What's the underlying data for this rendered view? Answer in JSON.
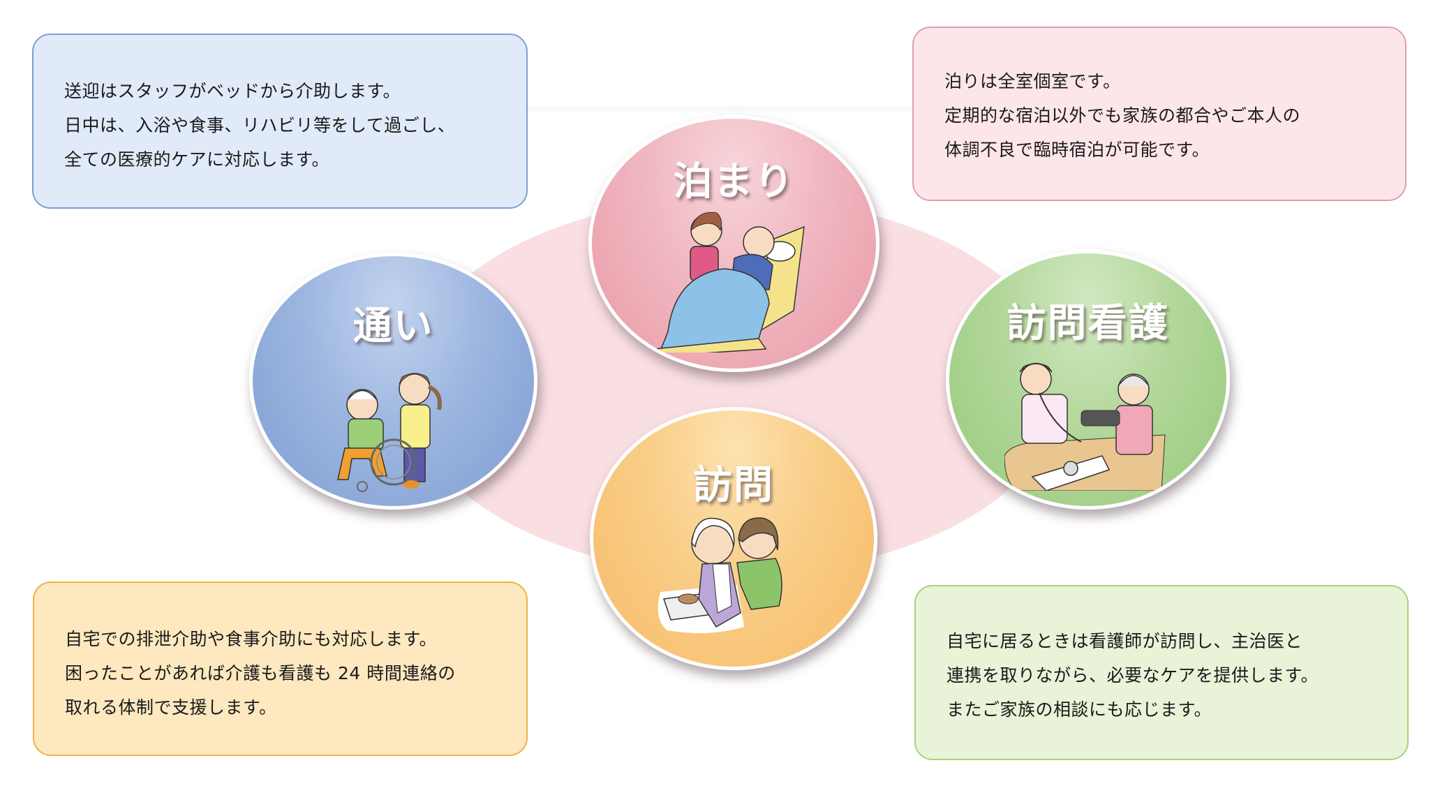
{
  "colors": {
    "background": "#ffffff",
    "center_ellipse": "#f9dfe2",
    "blue_box_fill": "#e0eaf8",
    "blue_box_border": "#7f9fcf",
    "pink_box_fill": "#fde6ea",
    "pink_box_border": "#e0a0aa",
    "orange_box_fill": "#fde8c0",
    "orange_box_border": "#f0b24a",
    "green_box_fill": "#e8f3d8",
    "green_box_border": "#a9d27a",
    "blue_circle": "#8aa7d9",
    "pink_circle": "#eca9b4",
    "green_circle": "#a6cf88",
    "orange_circle": "#f7c073"
  },
  "circles": {
    "kayoi": {
      "title": "通い",
      "illustration": "caregiver-pushing-wheelchair"
    },
    "tomari": {
      "title": "泊まり",
      "illustration": "caregiver-with-patient-in-bed"
    },
    "houmon_kango": {
      "title": "訪問看護",
      "illustration": "nurse-measuring-blood-pressure"
    },
    "houmon": {
      "title": "訪問",
      "illustration": "helper-assisting-meal"
    }
  },
  "boxes": {
    "kayoi": {
      "lines": [
        "送迎はスタッフがベッドから介助します。",
        "日中は、入浴や食事、リハビリ等をして過ごし、",
        "全ての医療的ケアに対応します。"
      ]
    },
    "tomari": {
      "lines": [
        "泊りは全室個室です。",
        "定期的な宿泊以外でも家族の都合やご本人の",
        "体調不良で臨時宿泊が可能です。"
      ]
    },
    "houmon": {
      "lines": [
        "自宅での排泄介助や食事介助にも対応します。",
        "困ったことがあれば介護も看護も 24 時間連絡の",
        "取れる体制で支援します。"
      ]
    },
    "houmon_kango": {
      "lines": [
        "自宅に居るときは看護師が訪問し、主治医と",
        "連携を取りながら、必要なケアを提供します。",
        "またご家族の相談にも応じます。"
      ]
    }
  }
}
